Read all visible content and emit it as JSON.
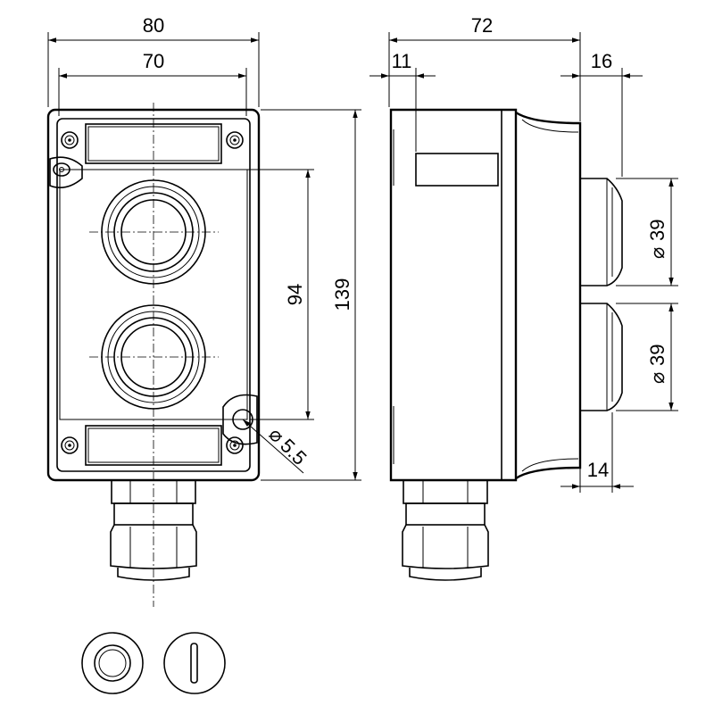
{
  "dimensions": {
    "front_width_outer": "80",
    "front_width_inner": "70",
    "side_depth_total": "72",
    "side_offset_left": "11",
    "side_button_height": "16",
    "hole_spacing": "94",
    "height_total": "139",
    "button_diameter_top": "39",
    "button_diameter_bottom": "39",
    "button_base_depth": "14",
    "mounting_hole": "5.5"
  },
  "symbols": {
    "diameter": "⌀"
  },
  "icons": {
    "button_symbol_left": "ring-symbol-icon",
    "button_symbol_right": "line-symbol-icon"
  }
}
